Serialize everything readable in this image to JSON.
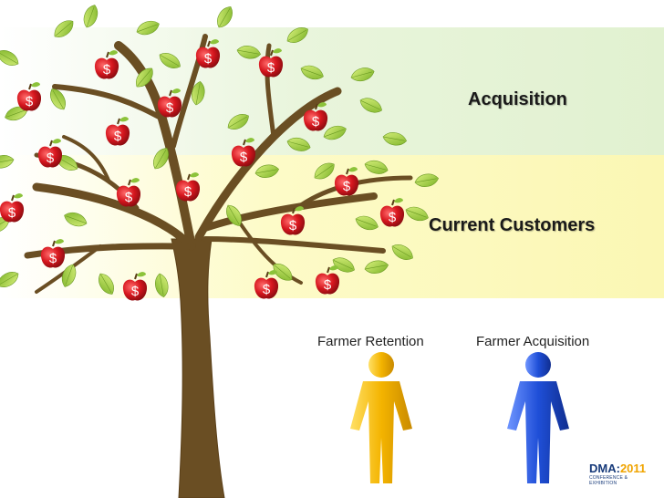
{
  "bands": {
    "acquisition_label": "Acquisition",
    "current_customers_label": "Current Customers"
  },
  "people": {
    "retention_label": "Farmer Retention",
    "acquisition_label": "Farmer Acquisition"
  },
  "apple_symbol": "$",
  "logo": {
    "brand": "DMA",
    "year": "2011",
    "tagline": "CONFERENCE & EXHIBITION"
  },
  "colors": {
    "acquisition_band": "#e1f1d0",
    "current_band": "#fbf7b4",
    "apple": "#d6161e",
    "leaf": "#9fce3c",
    "trunk": "#6a4e23",
    "retention_figure": "#f4b400",
    "acquisition_figure": "#1f4fd8"
  },
  "icons": [
    "apple-icon",
    "leaf-icon",
    "person-icon"
  ]
}
